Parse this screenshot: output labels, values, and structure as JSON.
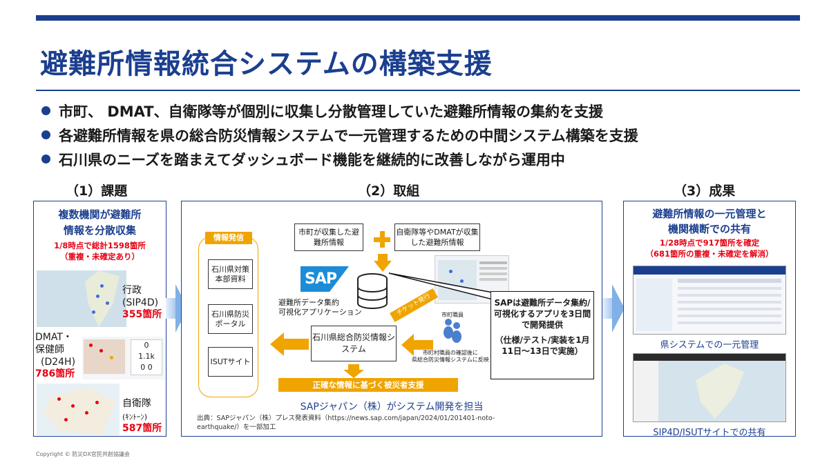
{
  "title": "避難所情報統合システムの構築支援",
  "bullets": [
    "市町、 DMAT、自衛隊等が個別に収集し分散管理していた避難所情報の集約を支援",
    "各避難所情報を県の総合防災情報システムで一元管理するための中間システム構築を支援",
    "石川県のニーズを踏まえてダッシュボード機能を継続的に改善しながら運用中"
  ],
  "sections": {
    "s1": "（1）課題",
    "s2": "（2）取組",
    "s3": "（3）成果"
  },
  "panel1": {
    "heading1": "複数機関が避難所",
    "heading2": "情報を分散収集",
    "sub1": "1/8時点で総計1598箇所",
    "sub2": "（重複・未確定あり）",
    "gov_label1": "行政",
    "gov_label2": "(SIP4D)",
    "gov_count": "355箇所",
    "dmat_label1": "DMAT・",
    "dmat_label2": "保健師",
    "dmat_label3": "(D24H)",
    "dmat_count": "786箇所",
    "sdf_label1": "自衛隊",
    "sdf_label2": "(ｷﾝﾄｰﾝ)",
    "sdf_count": "587箇所"
  },
  "panel2": {
    "info_tag": "情報発信",
    "info_items": [
      "石川県対策本部資料",
      "石川県防災ポータル",
      "ISUTサイト"
    ],
    "city_box": "市町が収集した避難所情報",
    "sdf_box": "自衛隊等やDMATが収集した避難所情報",
    "sap_logo": "SAP",
    "app_label1": "避難所データ集約",
    "app_label2": "可視化アプリケーション",
    "ticket": "チケット発行",
    "staff": "市町職員",
    "staff_note1": "市町村職員の確認後に",
    "staff_note2": "県総合防災情報システムに反映",
    "center_box": "石川県総合防災情報システム",
    "bottom_bar": "正確な情報に基づく被災者支援",
    "callout1": "SAPは避難所データ集約/可視化するアプリを3日間で開発提供",
    "callout2": "（仕様/テスト/実装を1月11日～13日で実施）",
    "sap_dev": "SAPジャパン（株）がシステム開発を担当",
    "source": "出典：SAPジャパン（株）プレス発表資料（https://news.sap.com/japan/2024/01/201401-noto-earthquake/）を一部加工"
  },
  "panel3": {
    "heading1": "避難所情報の一元管理と",
    "heading2": "機関横断での共有",
    "sub1": "1/28時点で917箇所を確定",
    "sub2": "（681箇所の重複・未確定を解消）",
    "cap1": "県システムでの一元管理",
    "cap2": "SIP4D/ISUTサイトでの共有"
  },
  "copyright": "Copyright © 防災DX官民共創協議会",
  "colors": {
    "navy": "#1b3f8f",
    "red": "#e60012",
    "orange": "#f0a400",
    "arrow_blue": "#7fb0e8"
  }
}
